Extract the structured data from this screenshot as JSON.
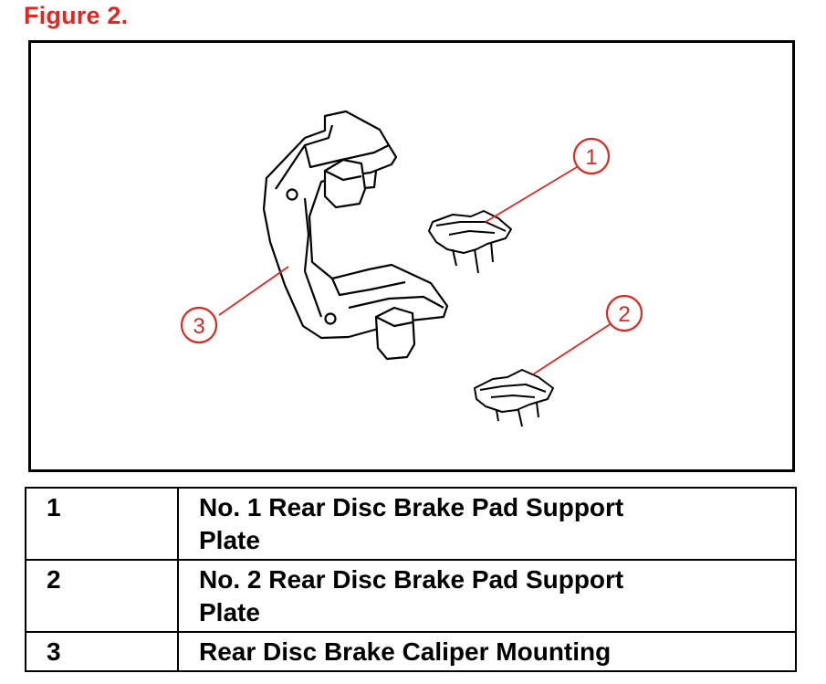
{
  "figure": {
    "title": "Figure 2.",
    "callouts": [
      {
        "id": "1",
        "label": "1"
      },
      {
        "id": "2",
        "label": "2"
      },
      {
        "id": "3",
        "label": "3"
      }
    ],
    "colors": {
      "callout": "#e0261f",
      "line": "#000000"
    }
  },
  "legend": {
    "rows": [
      {
        "num": "1",
        "desc": "No. 1 Rear Disc Brake Pad Support Plate"
      },
      {
        "num": "2",
        "desc": "No. 2 Rear Disc Brake Pad Support Plate"
      },
      {
        "num": "3",
        "desc": "Rear Disc Brake Caliper Mounting"
      }
    ]
  }
}
